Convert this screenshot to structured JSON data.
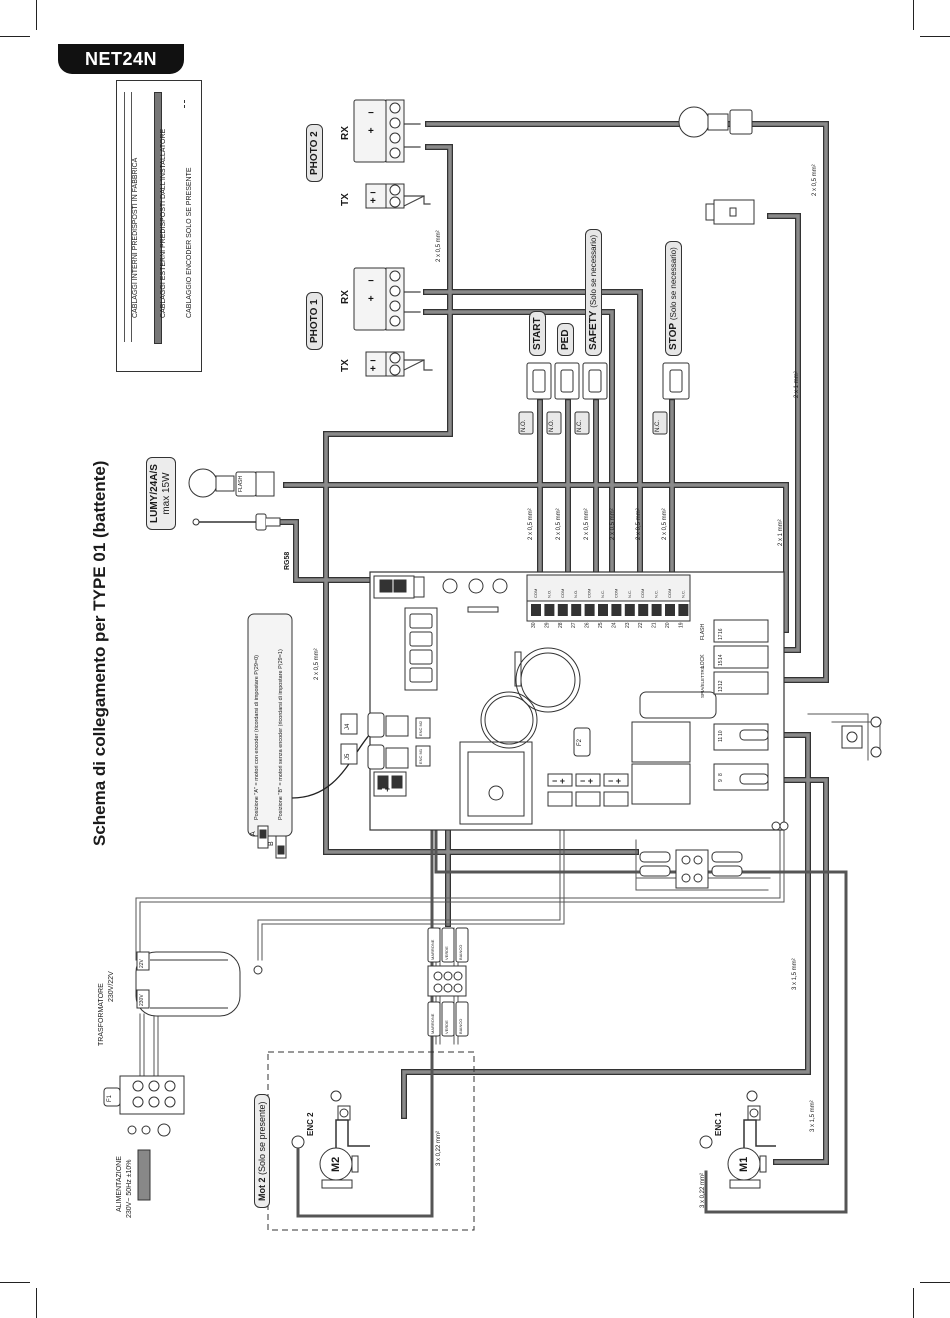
{
  "header": {
    "model": "NET24N"
  },
  "title": "Schema di collegamento per TYPE 01 (battente)",
  "legend": {
    "items": [
      "CABLAGGI INTERNI PREDISPOSTI IN FABBRICA",
      "CABLAGGI ESTERNI PREDISPOSTI DALL'INSTALLATORE",
      "CABLAGGIO ENCODER SOLO SE PRESENTE"
    ]
  },
  "photo1": {
    "label": "PHOTO 1",
    "tx": "TX",
    "rx": "RX"
  },
  "photo2": {
    "label": "PHOTO 2",
    "tx": "TX",
    "rx": "RX"
  },
  "inputs": {
    "start": "START",
    "ped": "PED",
    "safety": "SAFETY",
    "safety_note": "(Solo se necessario)",
    "stop": "STOP",
    "stop_note": "(Solo se necessario)",
    "contacts": [
      "N.O.",
      "N.O.",
      "N.C.",
      "N.C."
    ]
  },
  "lamp": {
    "label1": "LUMY/24A/S",
    "label2": "max 15W",
    "flash": "FLASH"
  },
  "antenna": "RG58",
  "encoder_note": {
    "a": "A",
    "b": "B",
    "line_a": "Posizione \"A\" = motori con encoder (ricordarsi di impostare P(29=0)",
    "line_b": "Posizione \"B\" = motori senza encoder (ricordarsi di impostare P(29=1)"
  },
  "transformer": {
    "title": "TRASFORMATORE",
    "rating": "230V/22V",
    "v_sec": "22V",
    "v_pri": "230V"
  },
  "supply": {
    "title": "ALIMENTAZIONE",
    "rating": "230V~ 50Hz ±10%",
    "fuse": "F1"
  },
  "motor1": {
    "motor": "M1",
    "encoder": "ENC 1"
  },
  "motor2": {
    "motor": "M2",
    "encoder": "ENC 2",
    "title": "Mot 2",
    "note": "(Solo se presente)"
  },
  "wire_colors": [
    "MARRONE",
    "VERDE",
    "BIANCO"
  ],
  "cables": {
    "c2x05": "2 x 0,5 mm²",
    "c2x1": "2 x 1 mm²",
    "c3x15": "3 x 1,5 mm²",
    "c3x022": "3 x 0,22 mm²"
  },
  "board": {
    "terminals_top": [
      "30",
      "29",
      "28",
      "27",
      "26",
      "25",
      "24",
      "23",
      "22",
      "21",
      "20",
      "19"
    ],
    "terminal_tags": [
      "COM",
      "N.O.",
      "COM",
      "N.O.",
      "COM",
      "N.C.",
      "COM",
      "N.C.",
      "COM",
      "N.C.",
      "COM",
      "N.C."
    ],
    "side_labels": [
      "FLASH",
      "LOCK",
      "SPIA/ELETTRO"
    ],
    "side_nums": [
      "17",
      "16",
      "15",
      "14",
      "13",
      "12"
    ],
    "motor_nums": [
      "11",
      "10",
      "9",
      "8"
    ],
    "fuse2": "F2",
    "enc_j4": "J4",
    "enc_j5": "J5",
    "enc_tag1": "ENC M2",
    "enc_tag2": "ENC M1"
  }
}
